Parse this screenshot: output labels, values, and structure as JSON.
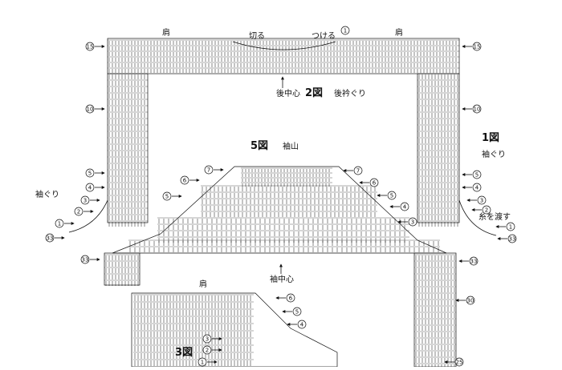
{
  "diagram_data": {
    "labels": {
      "shoulder": "肩",
      "cut": "切る",
      "attach": "つける",
      "back_center": "後中心",
      "fig2_no": "2図",
      "fig2_name": "後衿ぐり",
      "fig1_no": "1図",
      "fig1_name": "袖ぐり",
      "fig5_no": "5図",
      "fig5_name": "袖山",
      "armhole_left": "袖ぐり",
      "pass_yarn": "糸を渡す",
      "sleeve_center": "袖中心",
      "fig3_no": "3図"
    },
    "row_markers": {
      "r1": "1",
      "r2": "2",
      "r3": "3",
      "r4": "4",
      "r5": "5",
      "r6": "6",
      "r7": "7",
      "r10": "10",
      "r15": "15",
      "r25": "25",
      "r30": "30",
      "r33": "33"
    }
  }
}
